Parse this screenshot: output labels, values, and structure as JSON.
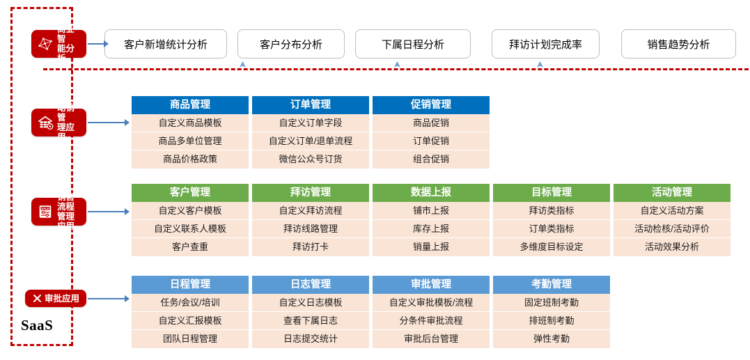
{
  "diagram": {
    "platform_label": "SaaS",
    "colors": {
      "brand_red": "#C00000",
      "blue_header": "#0070BE",
      "green_header": "#6CAC4A",
      "light_blue_header": "#5B9BD5",
      "cell_bg": "#FAE4D6",
      "connector_blue": "#4A7EBB"
    },
    "rows": [
      {
        "id": "bi",
        "badge": {
          "icon": "network-graph-icon",
          "label": "商业智\n能分析"
        },
        "kind": "pills",
        "pills": [
          {
            "label": "客户新增统计分析"
          },
          {
            "label": "客户分布分析"
          },
          {
            "label": "下属日程分析"
          },
          {
            "label": "拜访计划完成率"
          },
          {
            "label": "销售趋势分析"
          }
        ]
      },
      {
        "id": "dynamic-sales",
        "badge": {
          "icon": "store-house-icon",
          "label": "动销管\n理应用"
        },
        "kind": "columns",
        "header_color": "#0070BE",
        "columns": [
          {
            "title": "商品管理",
            "items": [
              "自定义商品模板",
              "商品多单位管理",
              "商品价格政策"
            ]
          },
          {
            "title": "订单管理",
            "items": [
              "自定义订单字段",
              "自定义订单/退单流程",
              "微信公众号订货"
            ]
          },
          {
            "title": "促销管理",
            "items": [
              "商品促销",
              "订单促销",
              "组合促销"
            ]
          }
        ]
      },
      {
        "id": "sales-process",
        "badge": {
          "icon": "sale-board-icon",
          "label": "销售流程\n管理应用"
        },
        "kind": "columns",
        "header_color": "#6CAC4A",
        "columns": [
          {
            "title": "客户管理",
            "items": [
              "自定义客户模板",
              "自定义联系人模板",
              "客户查重"
            ]
          },
          {
            "title": "拜访管理",
            "items": [
              "自定义拜访流程",
              "拜访线路管理",
              "拜访打卡"
            ]
          },
          {
            "title": "数据上报",
            "items": [
              "铺市上报",
              "库存上报",
              "销量上报"
            ]
          },
          {
            "title": "目标管理",
            "items": [
              "拜访类指标",
              "订单类指标",
              "多维度目标设定"
            ]
          },
          {
            "title": "活动管理",
            "items": [
              "自定义活动方案",
              "活动检核/活动评价",
              "活动效果分析"
            ]
          }
        ]
      },
      {
        "id": "approval",
        "badge": {
          "icon": "check-cross-icon",
          "label": "审批应用"
        },
        "kind": "columns",
        "header_color": "#5B9BD5",
        "columns": [
          {
            "title": "日程管理",
            "items": [
              "任务/会议/培训",
              "自定义汇报模板",
              "团队日程管理"
            ]
          },
          {
            "title": "日志管理",
            "items": [
              "自定义日志模板",
              "查看下属日志",
              "日志提交统计"
            ]
          },
          {
            "title": "审批管理",
            "items": [
              "自定义审批模板/流程",
              "分条件审批流程",
              "审批后台管理"
            ]
          },
          {
            "title": "考勤管理",
            "items": [
              "固定班制考勤",
              "排班制考勤",
              "弹性考勤"
            ]
          }
        ]
      }
    ]
  }
}
